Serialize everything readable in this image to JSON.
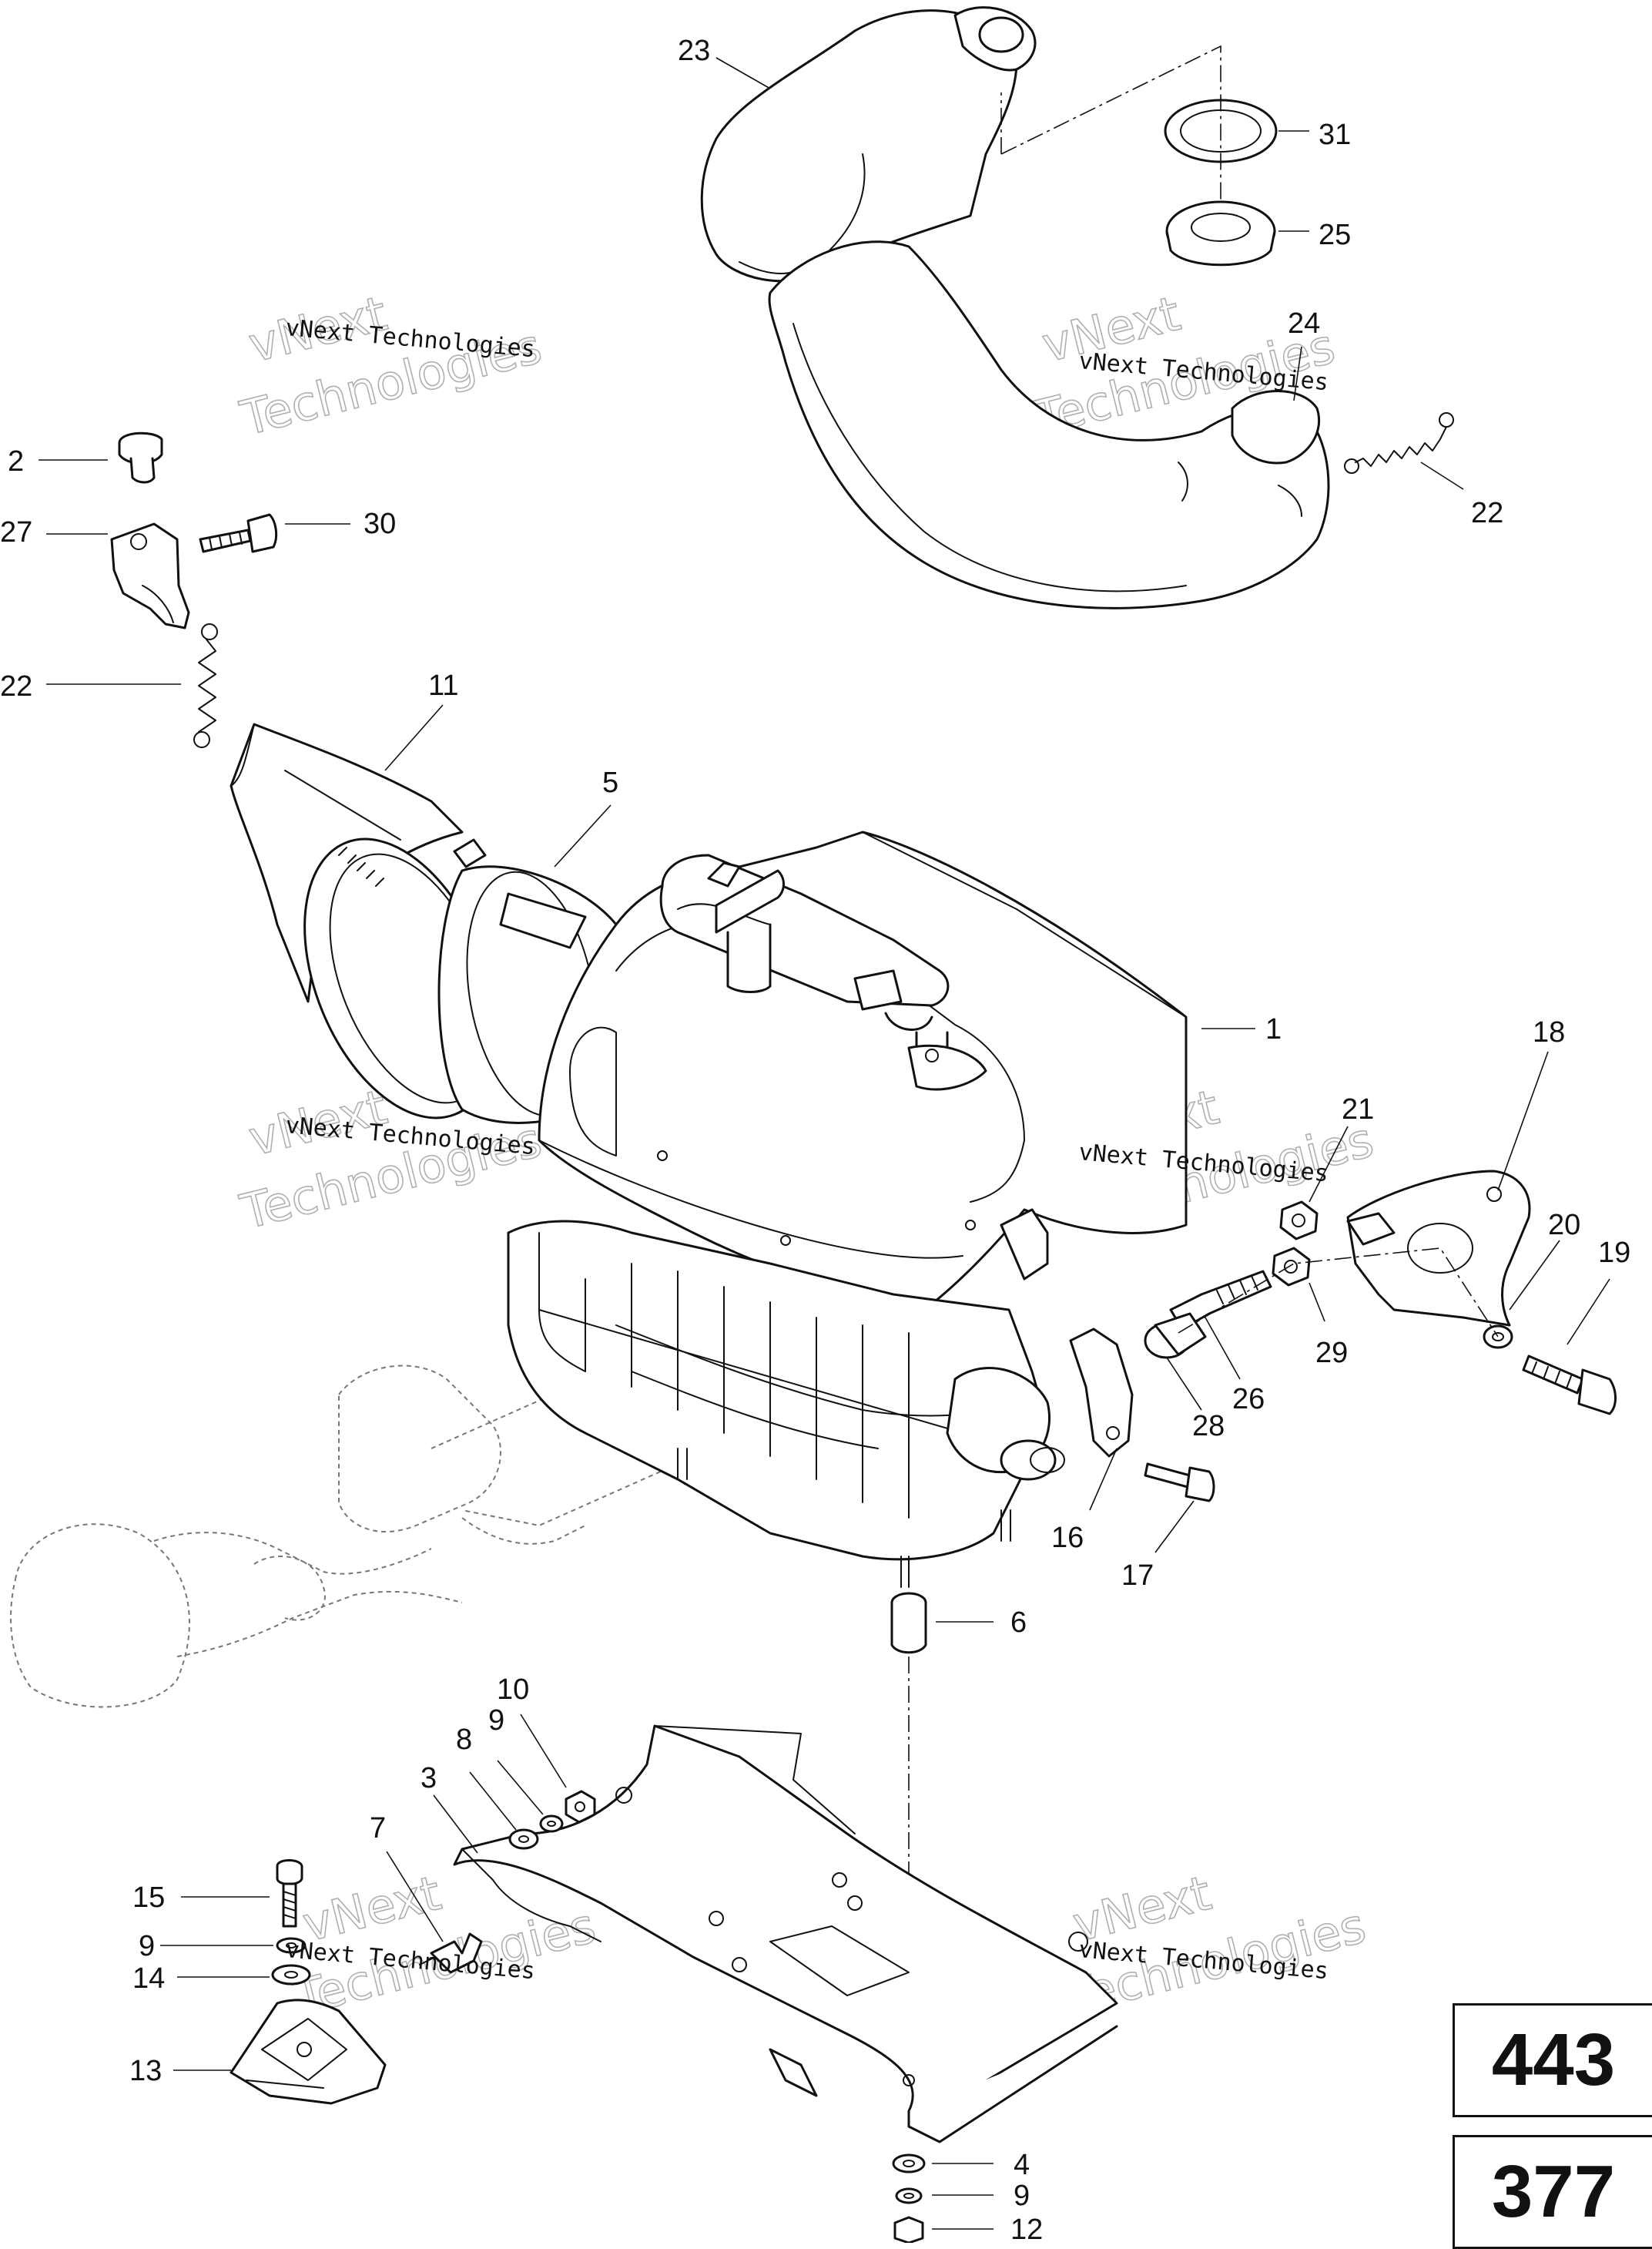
{
  "callouts": {
    "c1": "1",
    "c2": "2",
    "c3": "3",
    "c4": "4",
    "c5": "5",
    "c6": "6",
    "c7": "7",
    "c8": "8",
    "c9a": "9",
    "c9b": "9",
    "c9c": "9",
    "c10": "10",
    "c11": "11",
    "c12": "12",
    "c13": "13",
    "c14": "14",
    "c15": "15",
    "c16": "16",
    "c17": "17",
    "c18": "18",
    "c19": "19",
    "c20": "20",
    "c21": "21",
    "c22a": "22",
    "c22b": "22",
    "c23": "23",
    "c24": "24",
    "c25": "25",
    "c26": "26",
    "c27": "27",
    "c28": "28",
    "c29": "29",
    "c30": "30",
    "c31": "31"
  },
  "watermarks": {
    "w1": "vNext Technologies",
    "w2": "vNext Technologies",
    "w3": "vNext Technologies",
    "w4": "vNext Technologies",
    "w5": "vNext Technologies",
    "w6": "vNext Technologies"
  },
  "page_refs": {
    "box_a": "443",
    "box_b": "377"
  }
}
